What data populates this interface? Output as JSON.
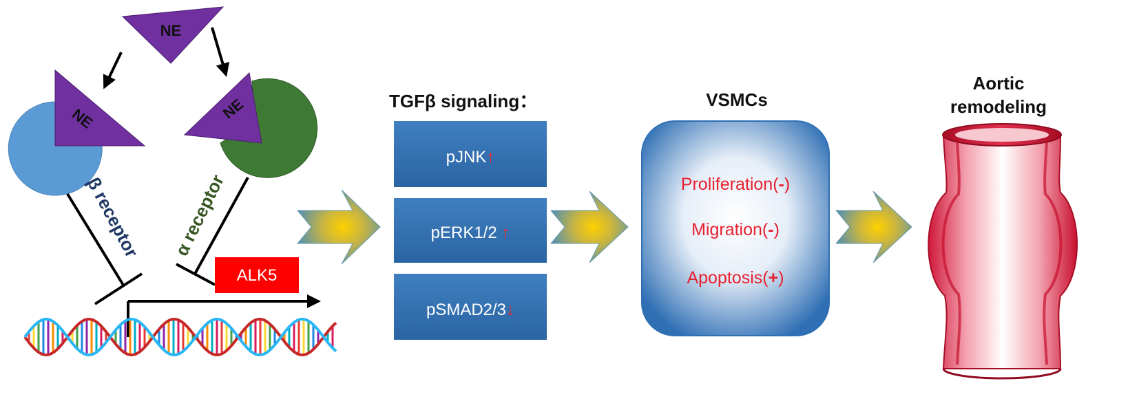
{
  "ne": {
    "top_label": "NE",
    "left_label": "NE",
    "right_label": "NE"
  },
  "receptors": {
    "beta_label": "β receptor",
    "alpha_label": "α receptor",
    "beta_color": "#5b9bd5",
    "alpha_color": "#3f7a35"
  },
  "alk5": {
    "label": "ALK5",
    "color": "#ff0000"
  },
  "tgf": {
    "title": "TGFβ signaling：",
    "items": [
      {
        "label": "pJNK",
        "arrow": "↑"
      },
      {
        "label": "pERK1/2 ",
        "arrow": "↑"
      },
      {
        "label": "pSMAD2/3",
        "arrow": "↓"
      }
    ],
    "box_color": "#3a74b5"
  },
  "vsmc": {
    "title": "VSMCs",
    "items": [
      {
        "text": "Proliferation(",
        "sign": "-",
        "close": ")"
      },
      {
        "text": "Migration(",
        "sign": "-",
        "close": ")"
      },
      {
        "text": "Apoptosis(",
        "sign": "+",
        "close": ")"
      }
    ],
    "text_color": "#e8212f"
  },
  "aortic": {
    "title_line1": "Aortic",
    "title_line2": "remodeling"
  },
  "colors": {
    "ne_purple": "#7030a0",
    "arrow_gold": "#e6b400",
    "arrow_teal": "#4b8fa8",
    "up_arrow_red": "#ff0000"
  }
}
